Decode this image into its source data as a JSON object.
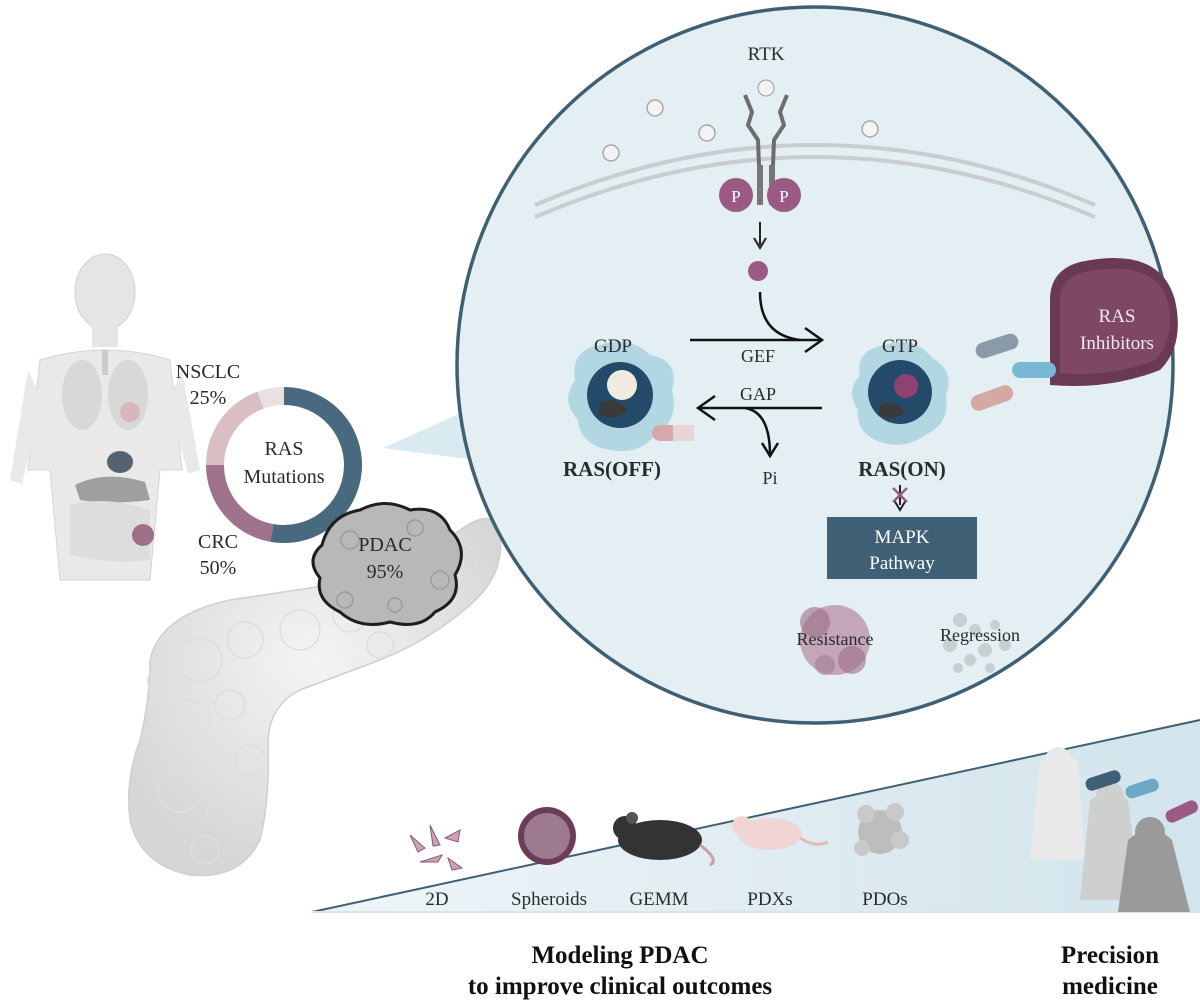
{
  "mutation_ring": {
    "center_line1": "RAS",
    "center_line2": "Mutations",
    "segments": [
      {
        "label_line1": "NSCLC",
        "label_line2": "25%",
        "percent": 25,
        "color": "#d9bfc3"
      },
      {
        "label_line1": "CRC",
        "label_line2": "50%",
        "percent": 50,
        "color": "#a0738d"
      },
      {
        "label_line1": "PDAC",
        "label_line2": "95%",
        "percent": 95,
        "color": "#48697e"
      }
    ]
  },
  "pathway": {
    "rtk_label": "RTK",
    "phospho_label": "P",
    "gdp_label": "GDP",
    "gtp_label": "GTP",
    "gef_label": "GEF",
    "gap_label": "GAP",
    "pi_label": "Pi",
    "ras_off_label": "RAS(OFF)",
    "ras_on_label": "RAS(ON)",
    "inhibitors_line1": "RAS",
    "inhibitors_line2": "Inhibitors",
    "mapk_line1": "MAPK",
    "mapk_line2": "Pathway",
    "resistance_label": "Resistance",
    "regression_label": "Regression"
  },
  "models": {
    "items": [
      "2D",
      "Spheroids",
      "GEMM",
      "PDXs",
      "PDOs"
    ]
  },
  "captions": {
    "modeling_line1": "Modeling PDAC",
    "modeling_line2": "to improve clinical outcomes",
    "precision_line1": "Precision",
    "precision_line2": "medicine"
  },
  "colors": {
    "circle_fill": "#e3eff3",
    "circle_stroke": "#3f5f72",
    "mauve": "#9a5a83",
    "navy": "#3f5f74"
  }
}
